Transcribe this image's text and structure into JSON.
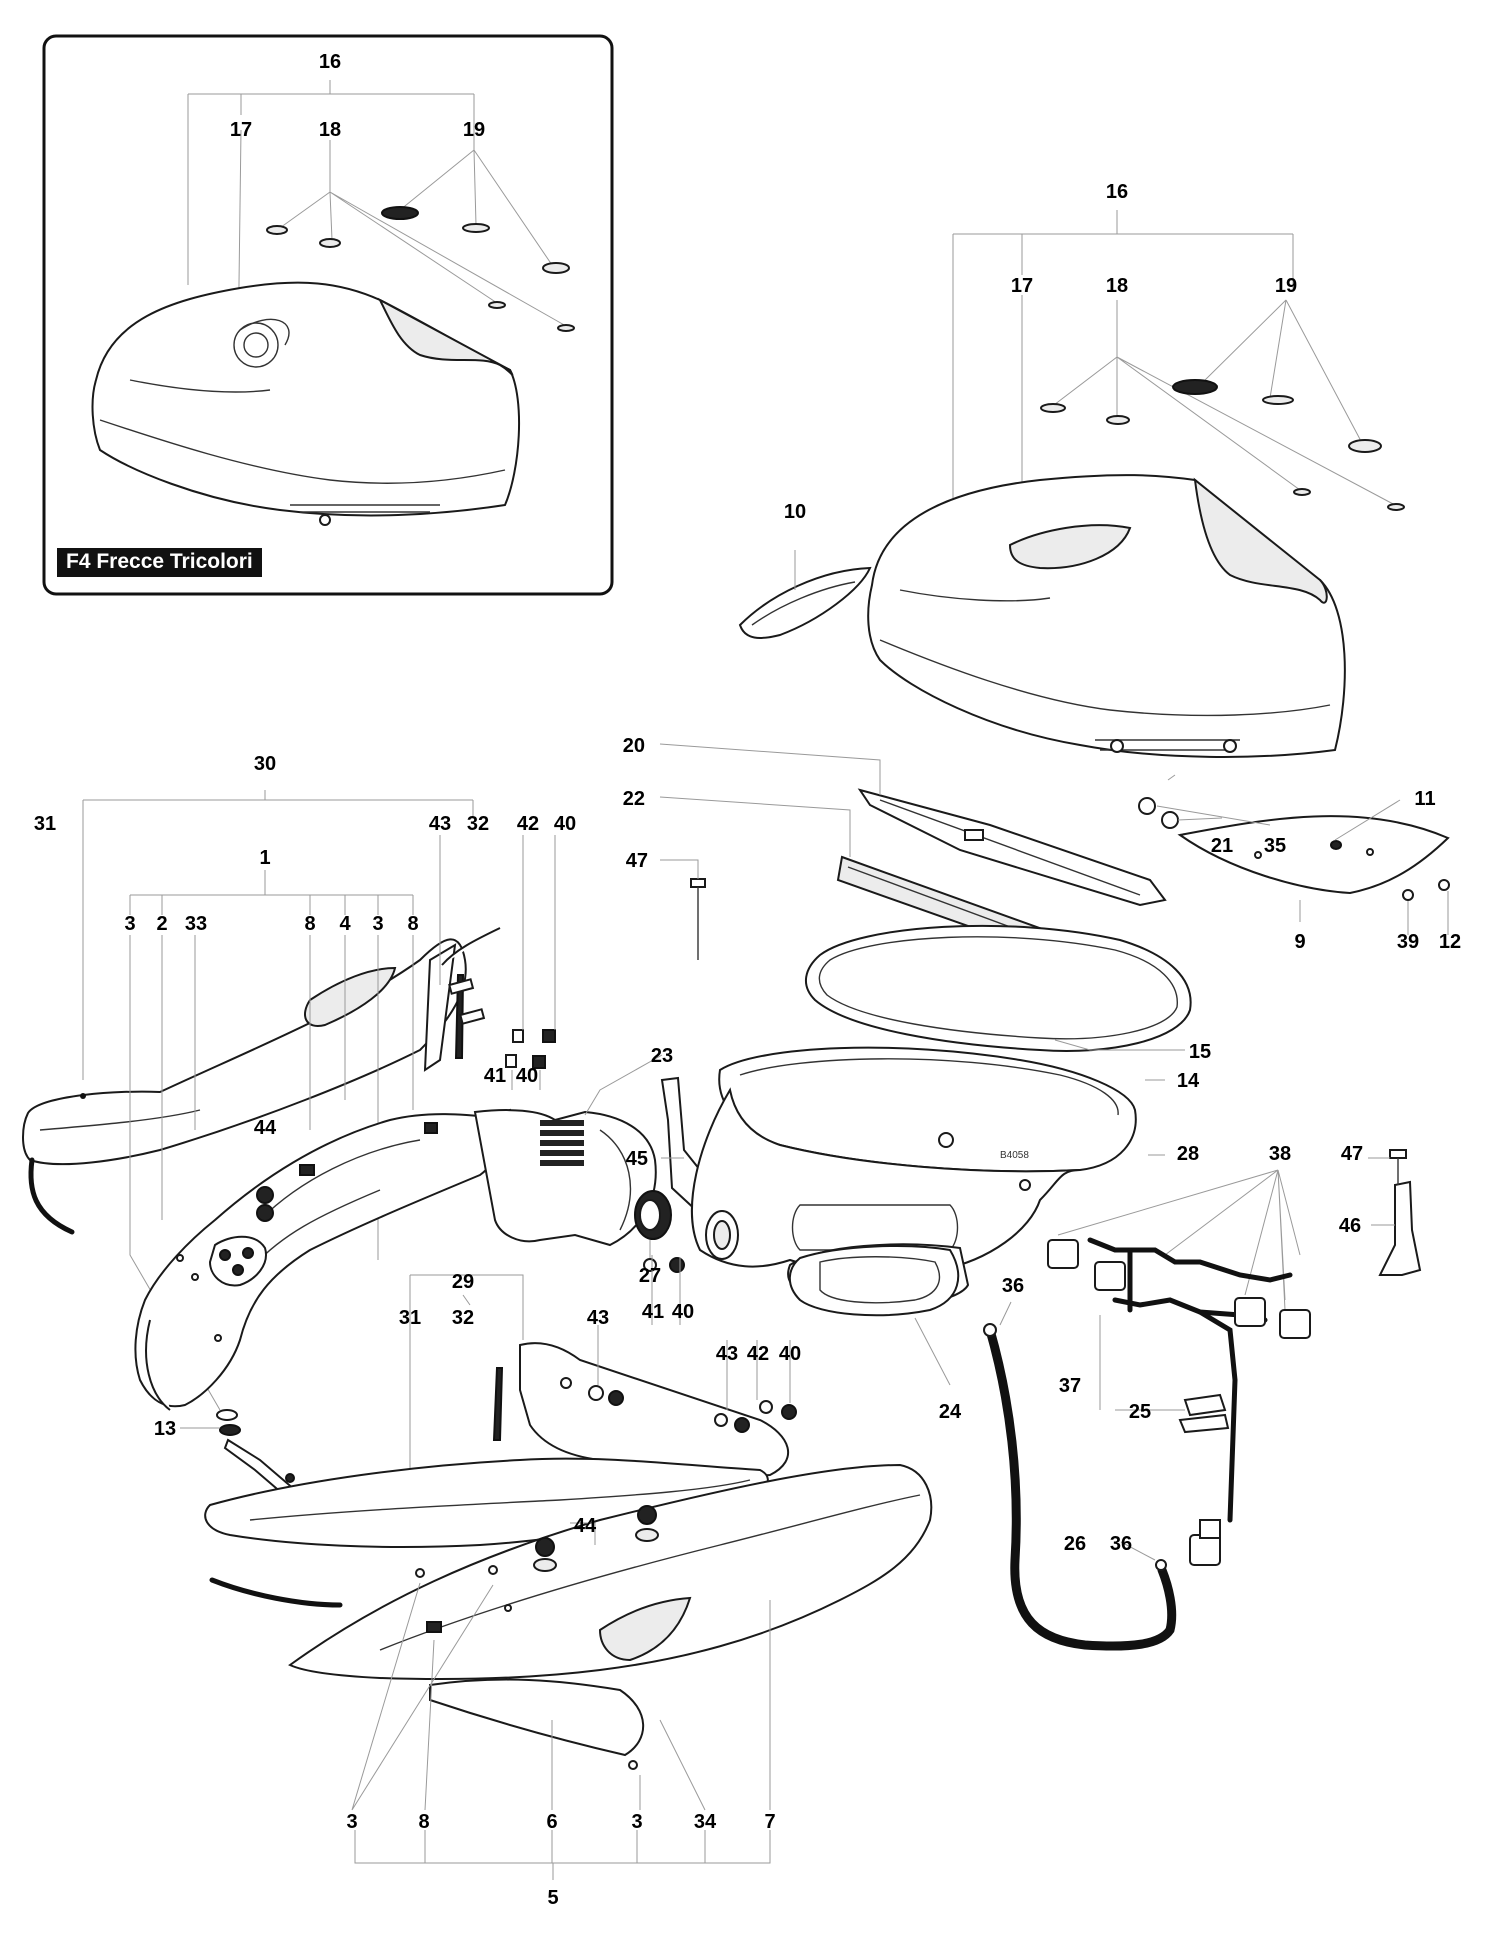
{
  "inset": {
    "variant_label": "F4 Frecce Tricolori",
    "callouts": {
      "c16": "16",
      "c17": "17",
      "c18": "18",
      "c19": "19"
    }
  },
  "main_callouts": {
    "c16": "16",
    "c17": "17",
    "c18": "18",
    "c19": "19",
    "c10": "10",
    "c20": "20",
    "c22": "22",
    "c11": "11",
    "c21": "21",
    "c35": "35",
    "c47a": "47",
    "c45": "45",
    "c9": "9",
    "c39": "39",
    "c12": "12",
    "c15": "15",
    "c30": "30",
    "c31a": "31",
    "c43a": "43",
    "c32a": "32",
    "c42a": "42",
    "c40a": "40",
    "c1": "1",
    "c3a": "3",
    "c2": "2",
    "c33": "33",
    "c8a": "8",
    "c4": "4",
    "c3b": "3",
    "c8b": "8",
    "c41a": "41",
    "c40b": "40",
    "c23": "23",
    "c14": "14",
    "c28": "28",
    "c38": "38",
    "c47b": "47",
    "c46": "46",
    "c44a": "44",
    "c27": "27",
    "c36a": "36",
    "c29": "29",
    "c31b": "31",
    "c32b": "32",
    "c43b": "43",
    "c41b": "41",
    "c40c": "40",
    "c43c": "43",
    "c42b": "42",
    "c40d": "40",
    "c13": "13",
    "c37": "37",
    "c25": "25",
    "c24": "24",
    "c26": "26",
    "c36b": "36",
    "c44b": "44",
    "c3c": "3",
    "c8c": "8",
    "c6": "6",
    "c3d": "3",
    "c34": "34",
    "c7": "7",
    "c5": "5"
  },
  "part_marks": {
    "airbox_code": "B4058"
  }
}
